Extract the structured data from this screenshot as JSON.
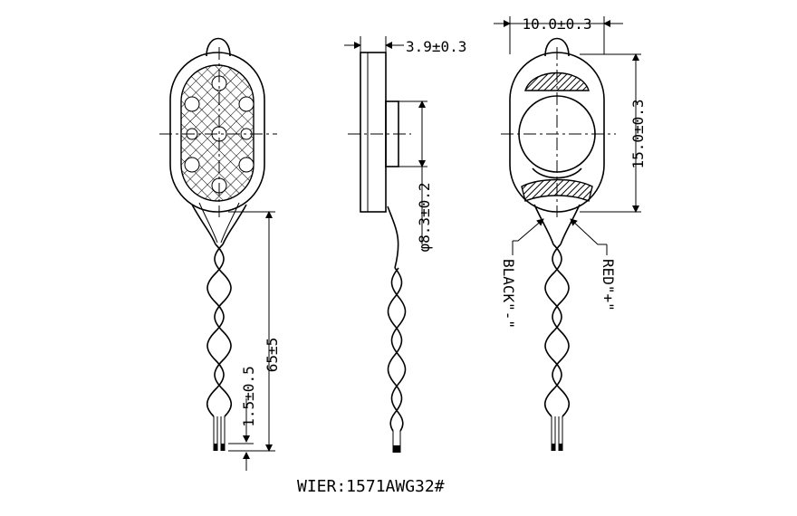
{
  "dimensions": {
    "width_label": "10.0±0.3",
    "thickness_label": "3.9±0.3",
    "height_label": "15.0±0.3",
    "diameter_label": "φ8.3±0.2",
    "lead_length_label": "65±5",
    "strip_length_label": "1.5±0.5"
  },
  "leads": {
    "black_label": "BLACK\"-\"",
    "red_label": "RED\"+\""
  },
  "wire_spec": "WIER:1571AWG32#"
}
